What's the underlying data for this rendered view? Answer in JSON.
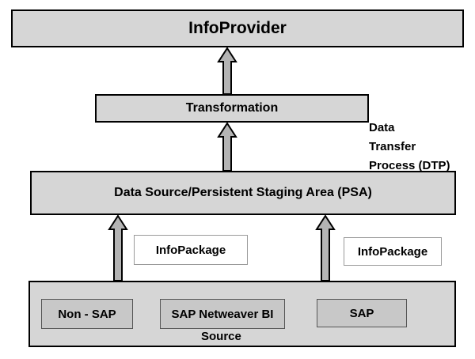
{
  "info_provider": "InfoProvider",
  "transformation": "Transformation",
  "dtp_label": [
    "Data",
    "Transfer",
    "Process (DTP)"
  ],
  "data_source": "Data Source/Persistent Staging Area (PSA)",
  "info_package_left": "InfoPackage",
  "info_package_right": "InfoPackage",
  "source": {
    "label": "Source",
    "items": [
      "Non - SAP",
      "SAP Netweaver BI",
      "SAP"
    ]
  },
  "colors": {
    "box_fill": "#d6d6d6",
    "inner_fill": "#c8c8c8",
    "arrow_fill": "#b4b4b4",
    "border": "#000000"
  }
}
